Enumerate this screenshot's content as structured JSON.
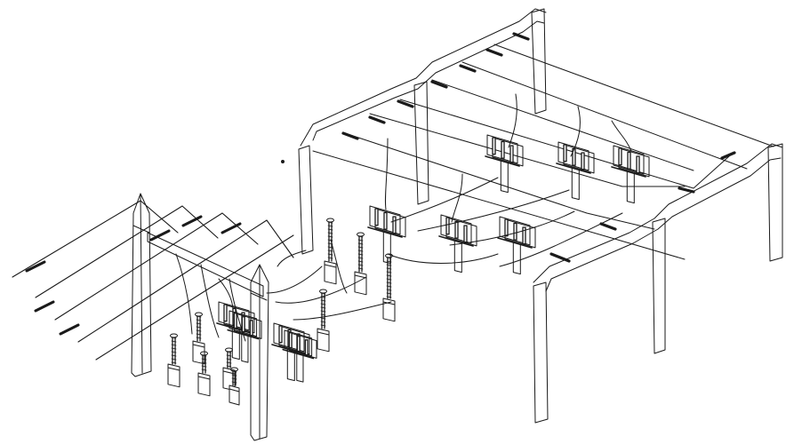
{
  "diagram": {
    "kind": "substation-isometric-line-drawing",
    "ink": "#1a1a1a",
    "paper": "#ffffff",
    "groups": [
      "incoming-line-conductors",
      "terminal-gantry",
      "busbar-gantry",
      "equipment-supports",
      "disconnect-switches",
      "instrument-transformers",
      "bus-conductors"
    ]
  }
}
